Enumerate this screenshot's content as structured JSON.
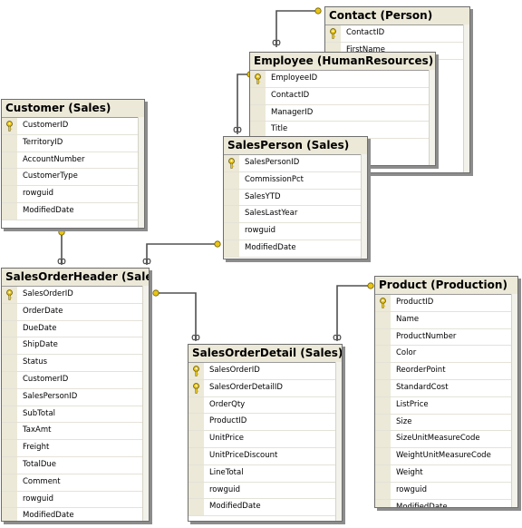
{
  "diagram": {
    "tables": [
      {
        "id": "contact",
        "title": "Contact (Person)",
        "columns": [
          {
            "name": "ContactID",
            "key": true
          },
          {
            "name": "FirstName",
            "key": false
          }
        ]
      },
      {
        "id": "employee",
        "title": "Employee (HumanResources)",
        "columns": [
          {
            "name": "EmployeeID",
            "key": true
          },
          {
            "name": "ContactID",
            "key": false
          },
          {
            "name": "ManagerID",
            "key": false
          },
          {
            "name": "Title",
            "key": false
          }
        ]
      },
      {
        "id": "customer",
        "title": "Customer (Sales)",
        "columns": [
          {
            "name": "CustomerID",
            "key": true
          },
          {
            "name": "TerritoryID",
            "key": false
          },
          {
            "name": "AccountNumber",
            "key": false
          },
          {
            "name": "CustomerType",
            "key": false
          },
          {
            "name": "rowguid",
            "key": false
          },
          {
            "name": "ModifiedDate",
            "key": false
          }
        ]
      },
      {
        "id": "salesperson",
        "title": "SalesPerson (Sales)",
        "columns": [
          {
            "name": "SalesPersonID",
            "key": true
          },
          {
            "name": "CommissionPct",
            "key": false
          },
          {
            "name": "SalesYTD",
            "key": false
          },
          {
            "name": "SalesLastYear",
            "key": false
          },
          {
            "name": "rowguid",
            "key": false
          },
          {
            "name": "ModifiedDate",
            "key": false
          }
        ]
      },
      {
        "id": "salesorderheader",
        "title": "SalesOrderHeader (Sales",
        "columns": [
          {
            "name": "SalesOrderID",
            "key": true
          },
          {
            "name": "OrderDate",
            "key": false
          },
          {
            "name": "DueDate",
            "key": false
          },
          {
            "name": "ShipDate",
            "key": false
          },
          {
            "name": "Status",
            "key": false
          },
          {
            "name": "CustomerID",
            "key": false
          },
          {
            "name": "SalesPersonID",
            "key": false
          },
          {
            "name": "SubTotal",
            "key": false
          },
          {
            "name": "TaxAmt",
            "key": false
          },
          {
            "name": "Freight",
            "key": false
          },
          {
            "name": "TotalDue",
            "key": false
          },
          {
            "name": "Comment",
            "key": false
          },
          {
            "name": "rowguid",
            "key": false
          },
          {
            "name": "ModifiedDate",
            "key": false
          }
        ]
      },
      {
        "id": "salesorderdetail",
        "title": "SalesOrderDetail (Sales)",
        "columns": [
          {
            "name": "SalesOrderID",
            "key": true
          },
          {
            "name": "SalesOrderDetailID",
            "key": true
          },
          {
            "name": "OrderQty",
            "key": false
          },
          {
            "name": "ProductID",
            "key": false
          },
          {
            "name": "UnitPrice",
            "key": false
          },
          {
            "name": "UnitPriceDiscount",
            "key": false
          },
          {
            "name": "LineTotal",
            "key": false
          },
          {
            "name": "rowguid",
            "key": false
          },
          {
            "name": "ModifiedDate",
            "key": false
          }
        ]
      },
      {
        "id": "product",
        "title": "Product (Production)",
        "columns": [
          {
            "name": "ProductID",
            "key": true
          },
          {
            "name": "Name",
            "key": false
          },
          {
            "name": "ProductNumber",
            "key": false
          },
          {
            "name": "Color",
            "key": false
          },
          {
            "name": "ReorderPoint",
            "key": false
          },
          {
            "name": "StandardCost",
            "key": false
          },
          {
            "name": "ListPrice",
            "key": false
          },
          {
            "name": "Size",
            "key": false
          },
          {
            "name": "SizeUnitMeasureCode",
            "key": false
          },
          {
            "name": "WeightUnitMeasureCode",
            "key": false
          },
          {
            "name": "Weight",
            "key": false
          },
          {
            "name": "rowguid",
            "key": false
          },
          {
            "name": "ModifiedDate",
            "key": false
          }
        ]
      }
    ],
    "relationships": [
      {
        "from": "contact",
        "to": "employee"
      },
      {
        "from": "employee",
        "to": "salesperson"
      },
      {
        "from": "customer",
        "to": "salesorderheader"
      },
      {
        "from": "salesperson",
        "to": "salesorderheader"
      },
      {
        "from": "salesorderheader",
        "to": "salesorderdetail"
      },
      {
        "from": "product",
        "to": "salesorderdetail"
      }
    ],
    "colors": {
      "title_bg": "#ece9d8",
      "border": "#6e6e6e",
      "shadow": "#8c8c8c",
      "key_icon": "#e8c418",
      "line": "#505050"
    },
    "icons": {
      "primary_key": "key-icon",
      "relationship_end_one": "key-end-icon",
      "relationship_end_many": "infinity-end-icon"
    }
  }
}
